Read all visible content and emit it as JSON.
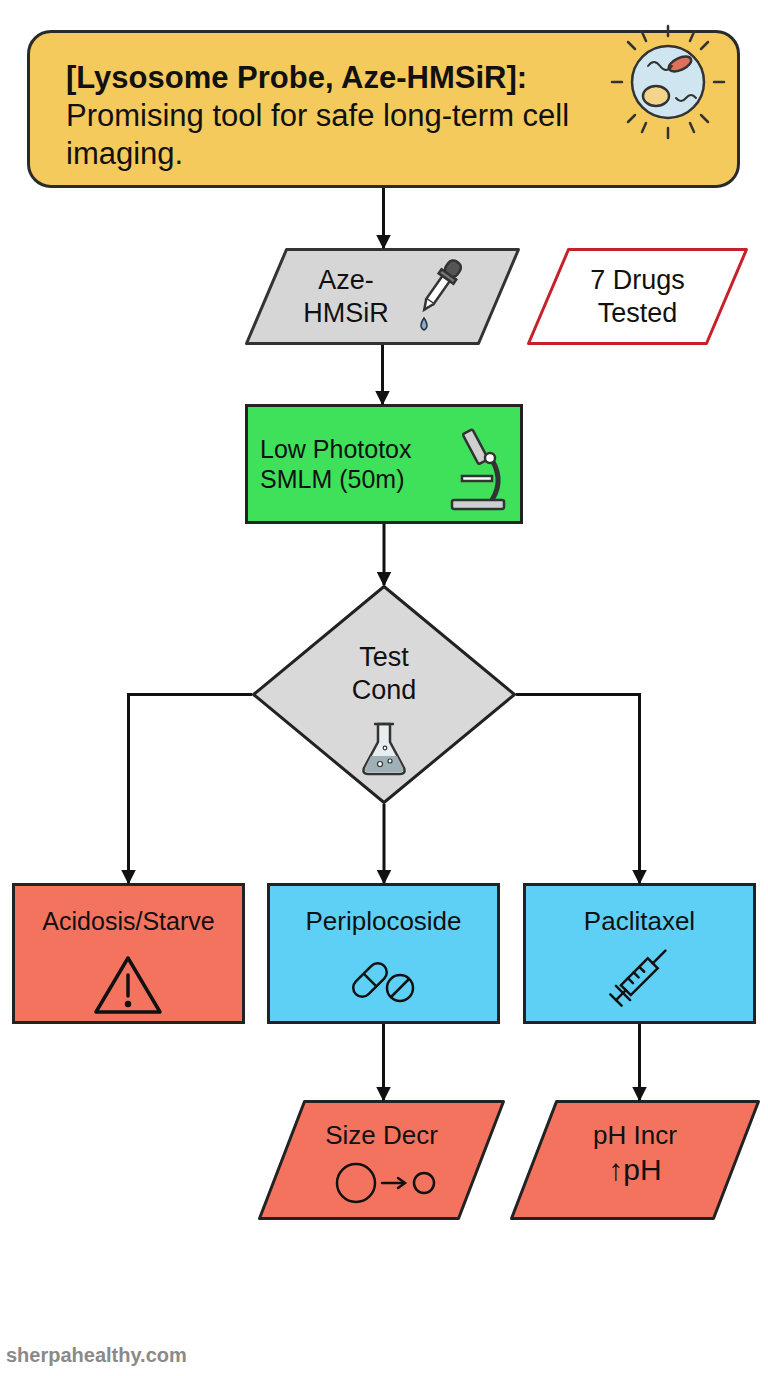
{
  "diagram": {
    "nodes": [
      {
        "text": [
          "[Lysosome Probe, Aze-HMSiR]:",
          "Promising tool for safe long-term cell imaging."
        ]
      },
      {
        "text": [
          "Aze- HMSiR"
        ]
      },
      {
        "text": [
          "7 Drugs Tested"
        ]
      },
      {
        "text": [
          "Low Phototox SMLM (50m)"
        ]
      },
      {
        "text": [
          "Test Cond"
        ]
      },
      {
        "text": [
          "Acidosis/Starve"
        ]
      },
      {
        "text": [
          "Periplocoside"
        ]
      },
      {
        "text": [
          "Paclitaxel"
        ]
      },
      {
        "text": [
          "Size Decr"
        ]
      },
      {
        "text": [
          "pH Incr",
          "↑pH"
        ]
      }
    ],
    "edges": [
      {
        "from": 0,
        "to": 1,
        "arrow": "to"
      },
      {
        "from": 1,
        "to": 3,
        "arrow": "to"
      },
      {
        "from": 3,
        "to": 4,
        "arrow": "to"
      },
      {
        "from": 4,
        "to": 5,
        "arrow": "to"
      },
      {
        "from": 4,
        "to": 6,
        "arrow": "to"
      },
      {
        "from": 4,
        "to": 7,
        "arrow": "to"
      },
      {
        "from": 6,
        "to": 8,
        "arrow": "to"
      },
      {
        "from": 7,
        "to": 9,
        "arrow": "to"
      }
    ],
    "labels": [
      "sherpahealthy.com"
    ]
  }
}
